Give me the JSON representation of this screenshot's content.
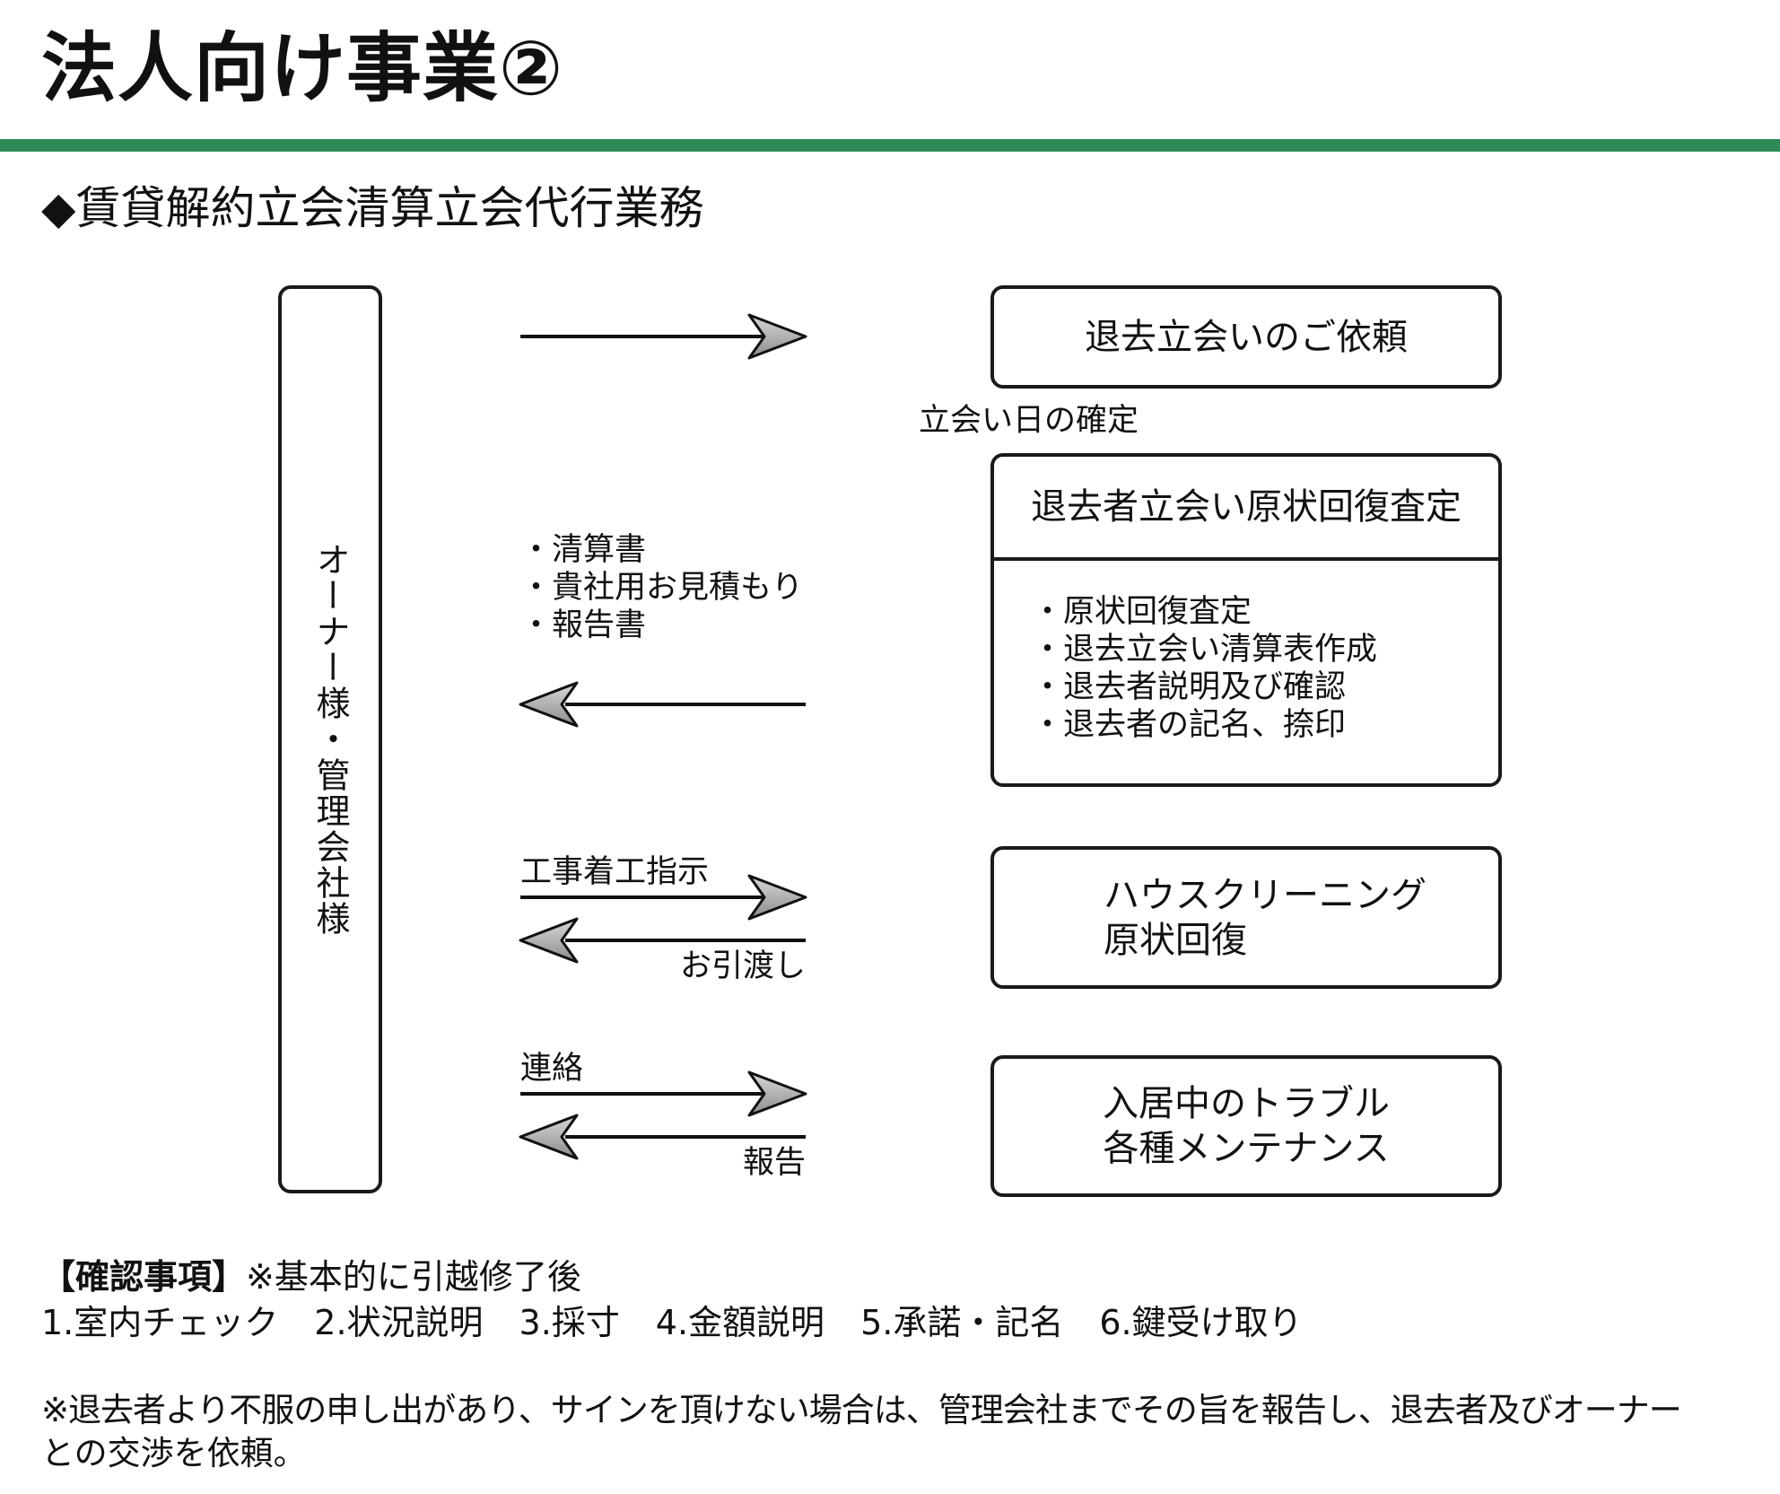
{
  "title": "法人向け事業②",
  "accent_color": "#2e8b57",
  "subtitle": "◆賃貸解約立会清算立会代行業務",
  "owner_box": "オーナー様・管理会社様",
  "flow": {
    "step1": {
      "box": "退去立会いのご依頼",
      "arrow": "right"
    },
    "step_note": "立会い日の確定",
    "step2": {
      "box_title": "退去者立会い原状回復査定",
      "box_items": [
        "・原状回復査定",
        "・退去立会い清算表作成",
        "・退去者説明及び確認",
        "・退去者の記名、捺印"
      ],
      "label_items": [
        "・清算書",
        "・貴社用お見積もり",
        "・報告書"
      ],
      "arrow": "left"
    },
    "step3": {
      "box_lines": [
        "ハウスクリーニング",
        "原状回復"
      ],
      "label_right": "工事着工指示",
      "label_left": "お引渡し"
    },
    "step4": {
      "box_lines": [
        "入居中のトラブル",
        "各種メンテナンス"
      ],
      "label_right": "連絡",
      "label_left": "報告"
    }
  },
  "notes": {
    "confirm_heading": "【確認事項】",
    "confirm_suffix": "※基本的に引越修了後",
    "confirm_items": [
      "1.室内チェック",
      "2.状況説明",
      "3.採寸",
      "4.金額説明",
      "5.承諾・記名",
      "6.鍵受け取り"
    ],
    "disclaimer_line1": "※退去者より不服の申し出があり、サインを頂けない場合は、管理会社までその旨を報告し、退去者及びオーナー",
    "disclaimer_line2": "との交渉を依頼。"
  }
}
